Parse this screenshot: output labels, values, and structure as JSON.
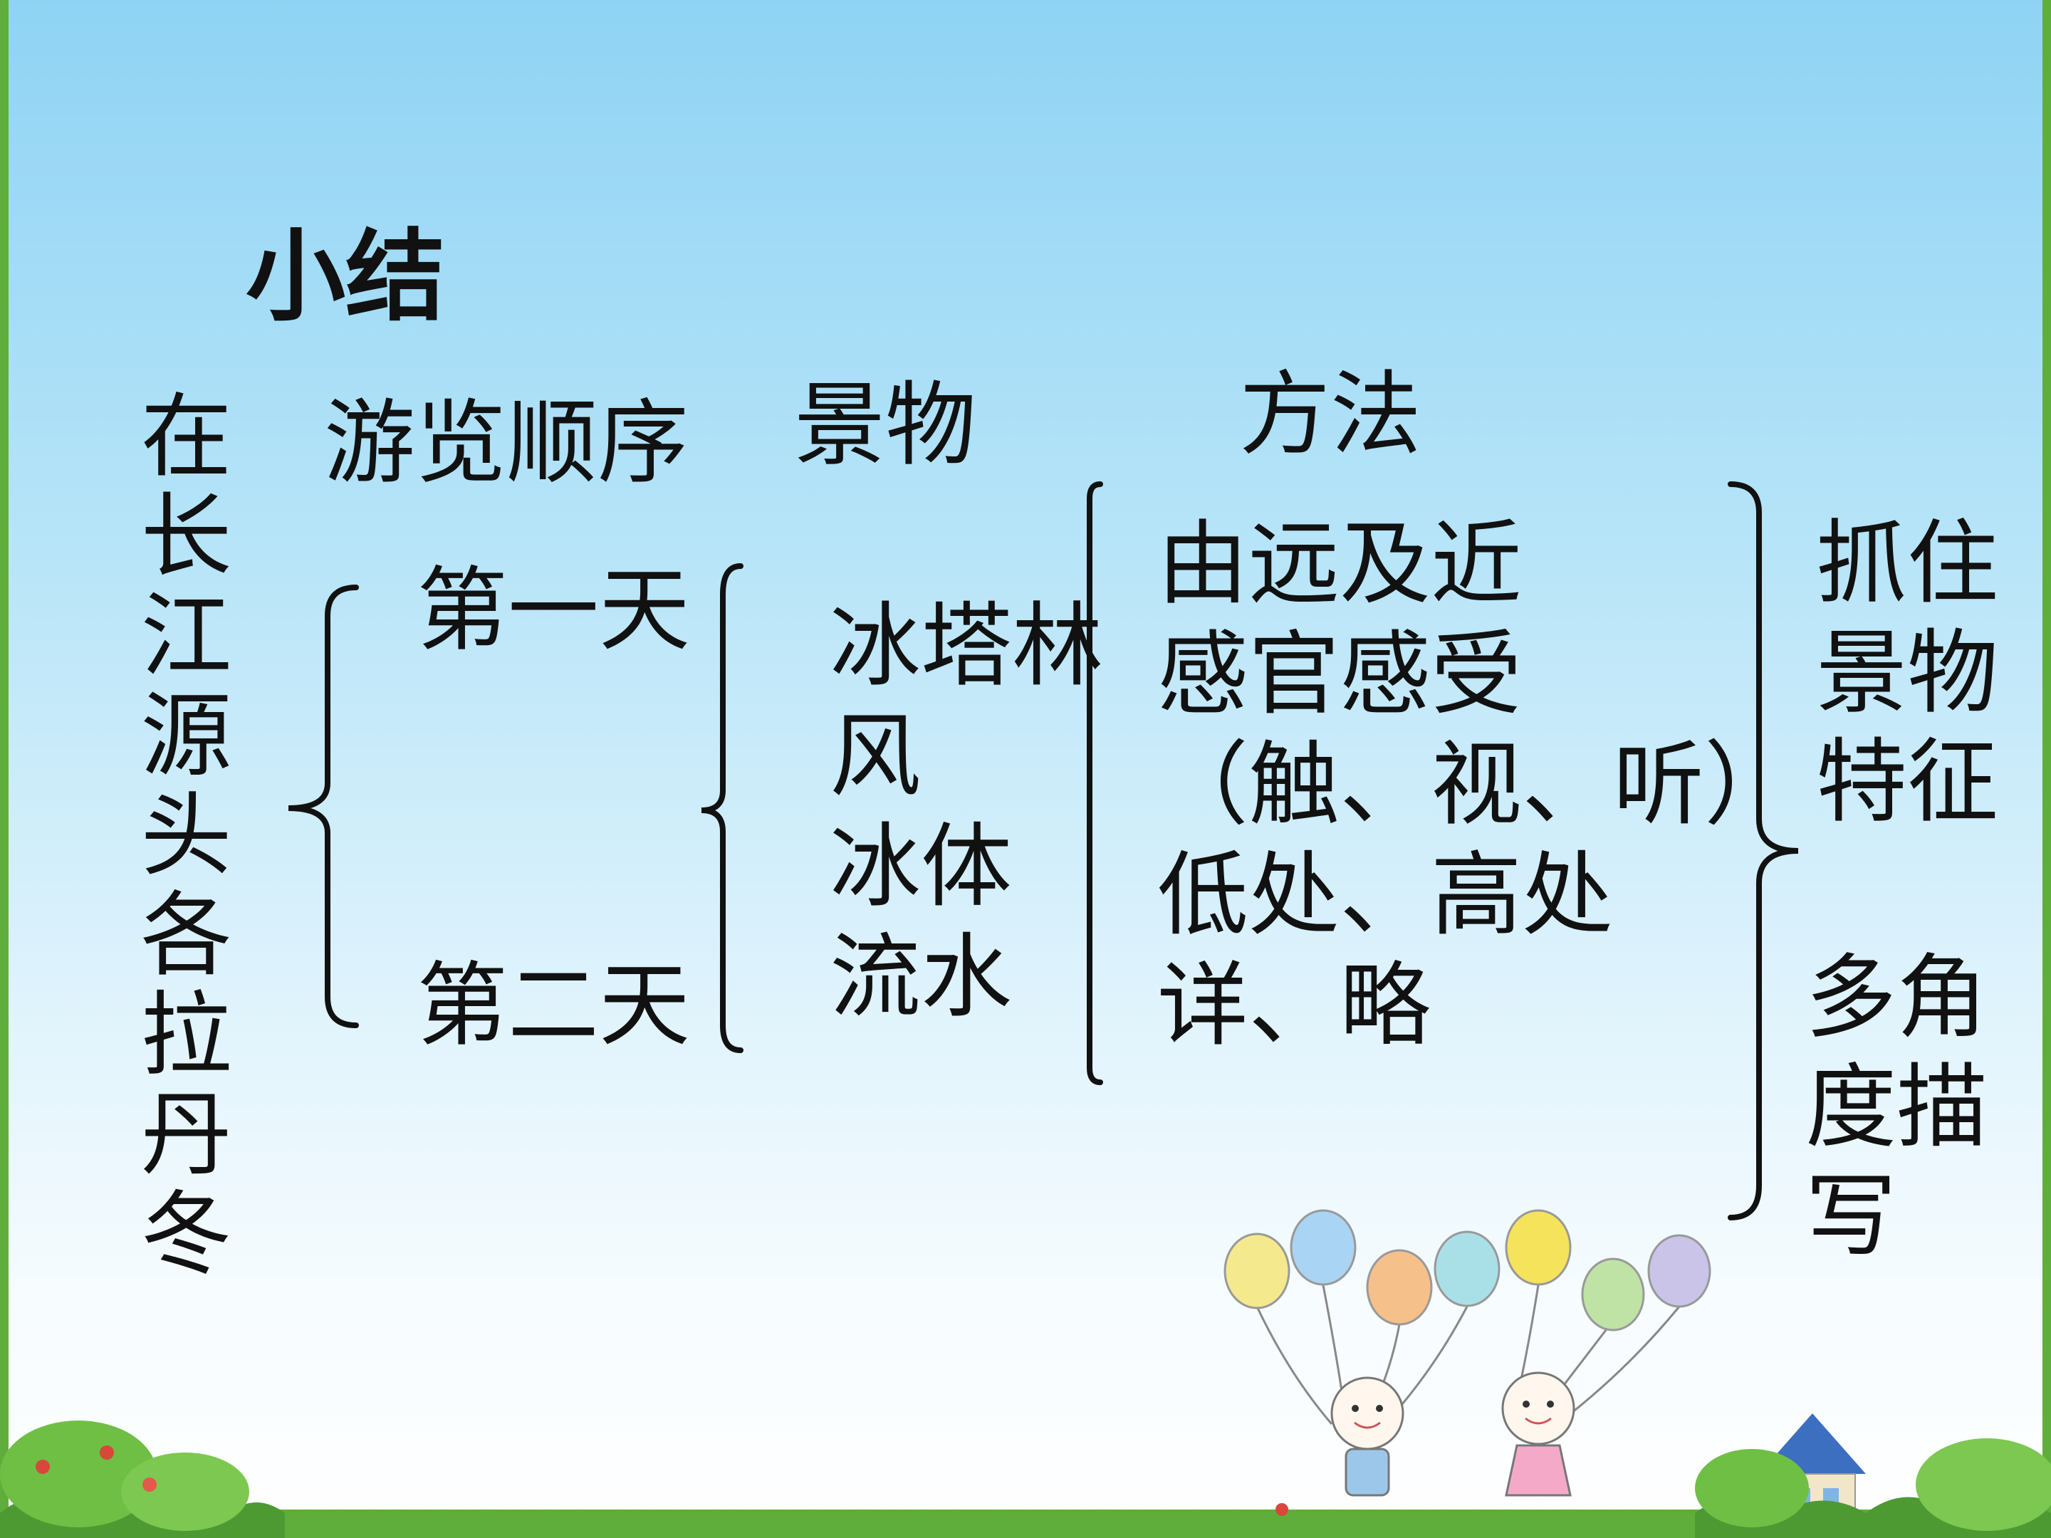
{
  "slide": {
    "title": "小结",
    "side_text": "在长江源头各拉丹冬",
    "headers": {
      "order": "游览顺序",
      "scenery": "景物",
      "method": "方法"
    },
    "days": [
      "第一天",
      "第二天"
    ],
    "scenery_items": [
      "冰塔林",
      "风",
      "冰体",
      "流水"
    ],
    "method_items": [
      "由远及近",
      "感官感受",
      "（触、视、听）",
      "低处、高处",
      "详、略"
    ],
    "summary": {
      "first": "抓住\n景物\n特征",
      "second": "多角\n度描\n写"
    }
  },
  "colors": {
    "sky_top": "#8fd3f4",
    "sky_bottom": "#ffffff",
    "grass": "#5fae3c",
    "text": "#111111"
  }
}
